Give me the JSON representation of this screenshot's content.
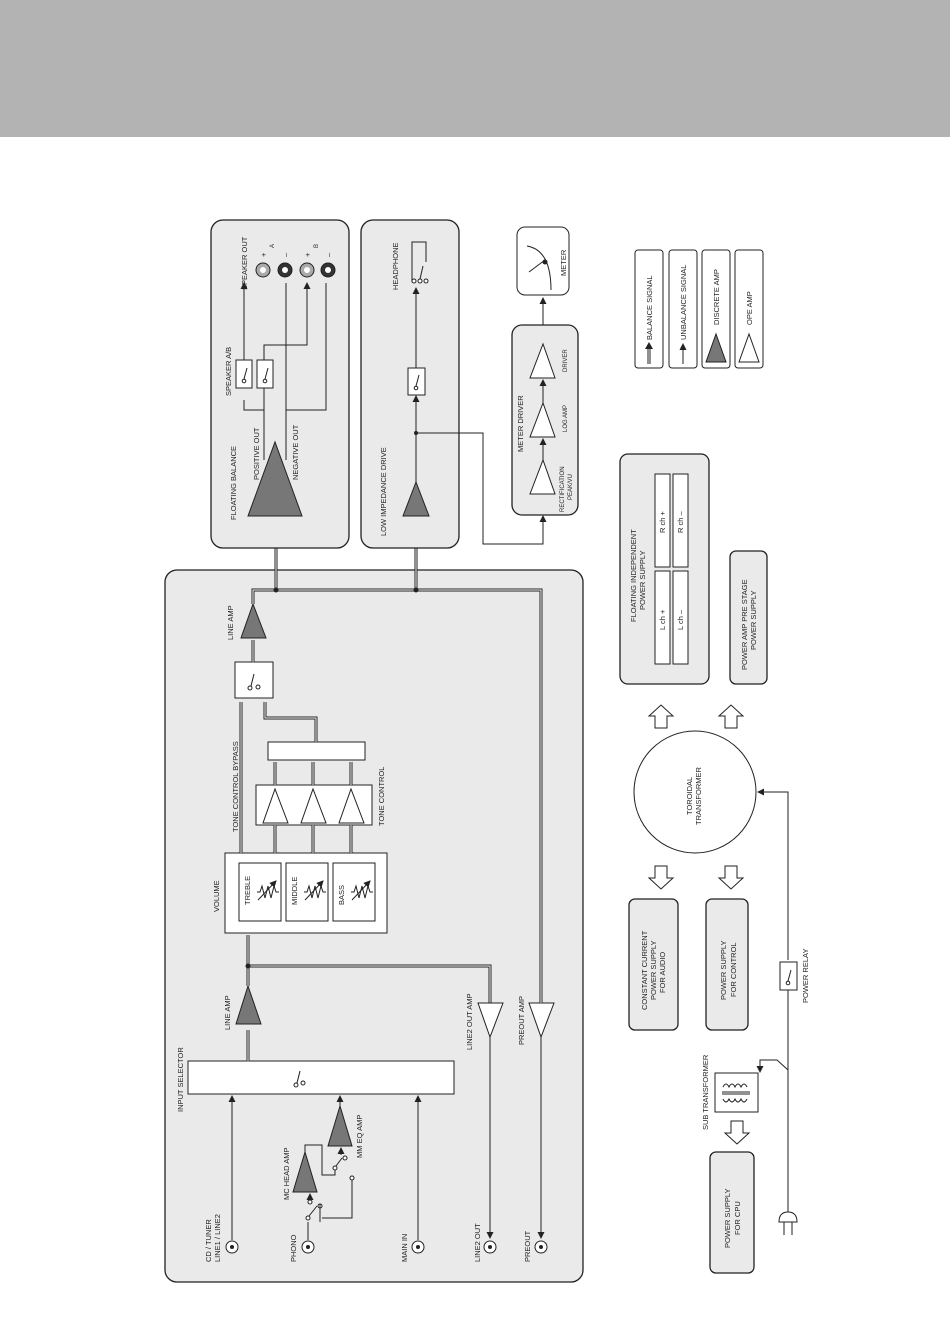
{
  "labels": {
    "speaker_out": "SPEAKER OUT",
    "a": "A",
    "b": "B",
    "plus": "+",
    "minus": "–",
    "speaker_ab": "SPEAKER A/B",
    "floating_balance": "FLOATING BALANCE",
    "positive_out": "POSITIVE OUT",
    "negative_out": "NEGATIVE OUT",
    "headphone": "HEADPHONE",
    "low_impedance_drive": "LOW IMPEDANCE DRIVE",
    "meter": "METER",
    "meter_driver": "METER DRIVER",
    "rectification": "RECTIFICATION",
    "peak_vu": "PEAK/VU",
    "log_amp": "LOG AMP",
    "driver": "DRIVER",
    "line_amp_out": "LINE AMP",
    "tone_control_bypass": "TONE CONTROL BYPASS",
    "tone_control": "TONE CONTROL",
    "volume": "VOLUME",
    "treble": "TREBLE",
    "middle": "MIDDLE",
    "bass": "BASS",
    "line_amp_in": "LINE AMP",
    "line2_out_amp": "LINE2 OUT AMP",
    "preout_amp": "PREOUT AMP",
    "input_selector": "INPUT SELECTOR",
    "mc_head_amp": "MC HEAD AMP",
    "mm_eq_amp": "MM EQ AMP",
    "cd_tuner": "CD / TUNER",
    "line1_line2": "LINE1 / LINE2",
    "phono": "PHONO",
    "main_in": "MAIN IN",
    "line2_out": "LINE2 OUT",
    "preout": "PREOUT",
    "floating_independent": "FLOATING INDEPENDENT",
    "power_supply": "POWER SUPPLY",
    "rch_plus": "R ch +",
    "rch_minus": "R ch –",
    "lch_plus": "L ch +",
    "lch_minus": "L ch –",
    "power_amp_pre_stage": "POWER AMP PRE STAGE",
    "power_amp_power_supply": "POWER SUPPLY",
    "toroidal": "TOROIDAL",
    "transformer": "TRANSFORMER",
    "cc_l1": "CONSTANT CURRENT",
    "cc_l2": "POWER SUPPLY",
    "cc_l3": "FOR AUDIO",
    "psc_l1": "POWER SUPPLY",
    "psc_l2": "FOR CONTROL",
    "power_relay": "POWER RELAY",
    "sub_transformer": "SUB TRANSFORMER",
    "cpu_l1": "POWER SUPPLY",
    "cpu_l2": "FOR CPU"
  },
  "legend": {
    "balance_signal": "BALANCE SIGNAL",
    "unbalance_signal": "UNBALANCE SIGNAL",
    "discrete_amp": "DISCRETE AMP",
    "ope_amp": "OPE AMP"
  },
  "colors": {
    "header_band": "#b3b3b3",
    "panel_fill": "#eaeaea",
    "discrete_amp_fill": "#777777"
  }
}
